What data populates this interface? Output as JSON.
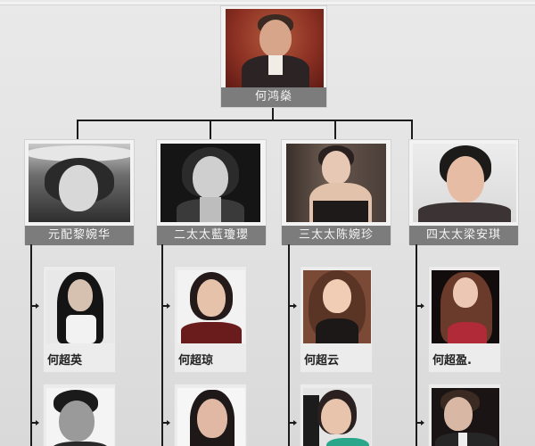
{
  "diagram": {
    "type": "family-tree",
    "root": {
      "name": "何鸿燊",
      "photo": "portrait-painting-red",
      "colors": {
        "photo_bg": "#8a2f22",
        "label_bg": "#7c7c7c"
      }
    },
    "wives": [
      {
        "label": "元配黎婉华",
        "photo": "black-and-white-portrait-with-hat",
        "children_visible": [
          {
            "name": "何超英",
            "photo": "long-dark-hair-woman"
          },
          {
            "name": "",
            "photo": "black-and-white-young-man"
          }
        ]
      },
      {
        "label": "二太太藍瓊瓔",
        "photo": "black-and-white-portrait-woman",
        "children_visible": [
          {
            "name": "何超琼",
            "photo": "woman-red-top"
          },
          {
            "name": "",
            "photo": "woman-long-hair"
          }
        ]
      },
      {
        "label": "三太太陈婉珍",
        "photo": "sepia-woman-black-dress",
        "children_visible": [
          {
            "name": "何超云",
            "photo": "woman-curly-hair"
          },
          {
            "name": "",
            "photo": "woman-teal-top"
          }
        ]
      },
      {
        "label": "四太太梁安琪",
        "photo": "color-woman-short-hair",
        "children_visible": [
          {
            "name": "何超盈.",
            "photo": "woman-long-wavy-hair"
          },
          {
            "name": "",
            "photo": "man-on-phone-suit"
          }
        ]
      }
    ],
    "colors": {
      "background": "#e4e4e4",
      "connector": "#1b1b1b",
      "label_bar": "#7c7c7c",
      "label_text": "#f4f4f4",
      "child_name_text": "#222222"
    }
  }
}
